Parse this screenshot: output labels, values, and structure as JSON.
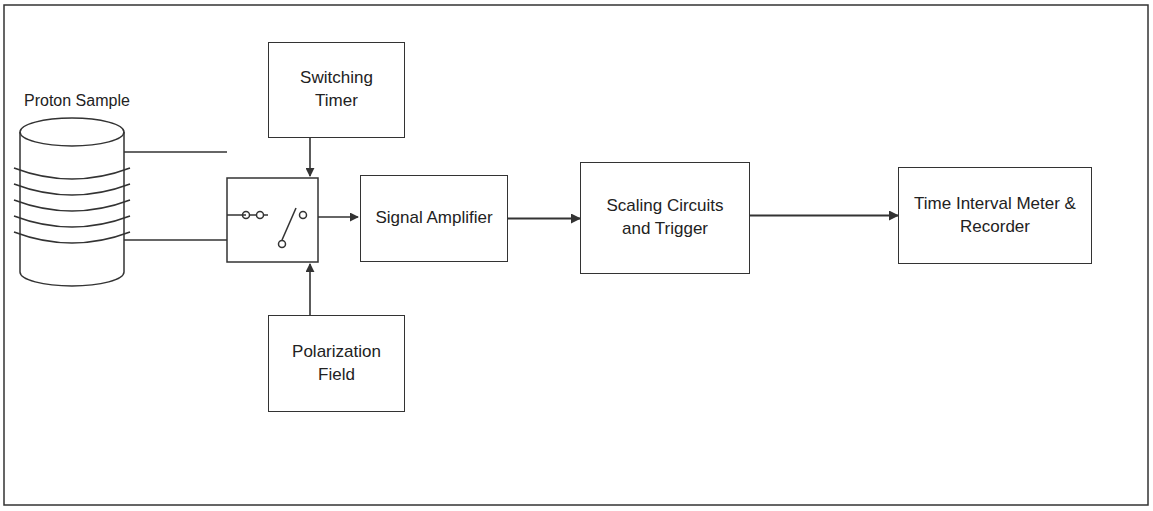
{
  "diagram": {
    "nodes": [
      {
        "text": [
          "Switching Timer"
        ]
      },
      {
        "text": [
          "Polarization Field"
        ]
      },
      {
        "text": [
          "Signal Amplifier"
        ]
      },
      {
        "text": [
          "Scaling Circuits and Trigger"
        ]
      },
      {
        "text": [
          "Time Interval Meter & Recorder"
        ]
      }
    ],
    "edges": [
      {
        "from": 2,
        "to": 3,
        "arrow": "to"
      },
      {
        "from": 3,
        "to": 4,
        "arrow": "to"
      }
    ],
    "labels": [
      "Proton Sample"
    ]
  }
}
